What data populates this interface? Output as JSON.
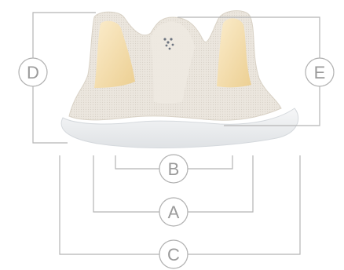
{
  "labels": {
    "a": "A",
    "b": "B",
    "c": "C",
    "d": "D",
    "e": "E"
  },
  "colors": {
    "dimension_line": "#b5b5b5",
    "label_stroke": "#b0b0b0",
    "label_text": "#9a9a9a",
    "sewing_ring": "#eef0f2",
    "fabric": "#e9e4dc",
    "leaflet": "#f4dfb0",
    "leaflet_shadow": "#e7c98c"
  }
}
